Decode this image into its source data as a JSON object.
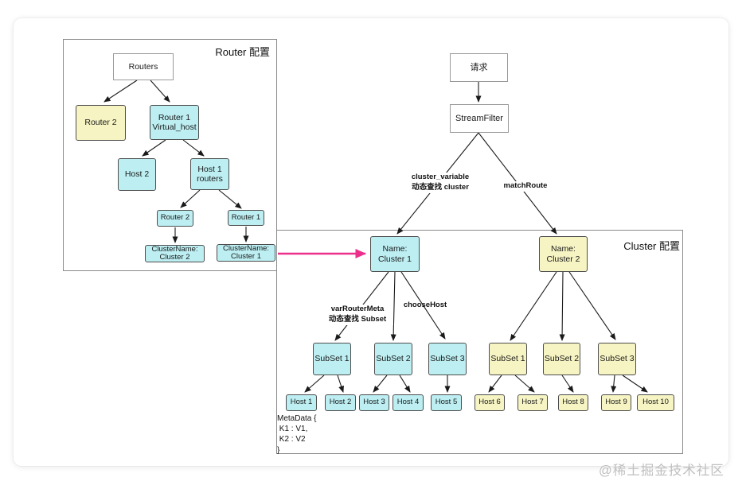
{
  "colors": {
    "cyan": "#bceef2",
    "yellow": "#f6f4c3",
    "pink": "#ec2f8a",
    "edge": "#1a1a1a"
  },
  "watermark": "@稀土掘金技术社区",
  "router_panel": {
    "title": "Router 配置",
    "nodes": {
      "routers": "Routers",
      "router2": "Router 2",
      "router1_virtual_host": "Router 1\nVirtual_host",
      "host2": "Host 2",
      "host1_routers": "Host 1\nrouters",
      "router2_leaf": "Router 2",
      "router1_leaf": "Router 1",
      "clustername_cluster2": "ClusterName:\nCluster 2",
      "clustername_cluster1": "ClusterName:\nCluster 1"
    }
  },
  "request_flow": {
    "request": "请求",
    "stream_filter": "StreamFilter",
    "edge_labels": {
      "cluster_variable": "cluster_variable\n动态查找 cluster",
      "match_route": "matchRoute",
      "var_router_meta": "varRouterMeta\n动态查找 Subset",
      "choose_host": "chooseHost"
    }
  },
  "cluster_panel": {
    "title": "Cluster 配置",
    "cluster1": "Name:\nCluster 1",
    "cluster2": "Name:\nCluster 2",
    "subsets_cluster1": [
      "SubSet 1",
      "SubSet 2",
      "SubSet 3"
    ],
    "subsets_cluster2": [
      "SubSet 1",
      "SubSet 2",
      "SubSet 3"
    ],
    "hosts_cluster1": [
      "Host 1",
      "Host 2",
      "Host 3",
      "Host 4",
      "Host 5"
    ],
    "hosts_cluster2": [
      "Host 6",
      "Host 7",
      "Host 8",
      "Host 9",
      "Host 10"
    ],
    "metadata": "MetaData {\n K1 : V1,\n K2 : V2\n}"
  }
}
